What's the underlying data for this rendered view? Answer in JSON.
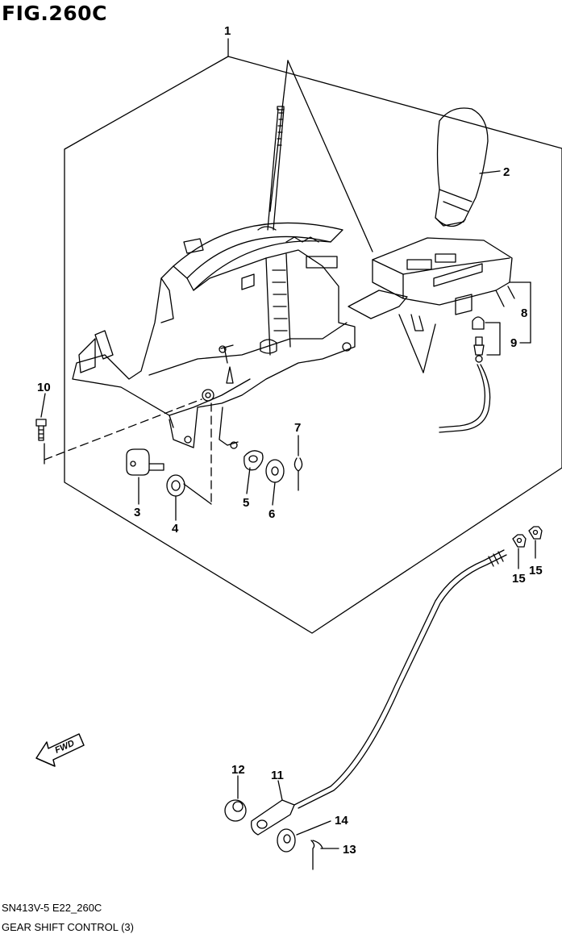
{
  "figure": {
    "title": "FIG.260C",
    "code": "SN413V-5 E22_260C",
    "caption": "GEAR SHIFT CONTROL (3)"
  },
  "direction_badge": "FWD",
  "callouts": [
    {
      "id": "c1",
      "label": "1"
    },
    {
      "id": "c2",
      "label": "2"
    },
    {
      "id": "c3",
      "label": "3"
    },
    {
      "id": "c4",
      "label": "4"
    },
    {
      "id": "c5",
      "label": "5"
    },
    {
      "id": "c6",
      "label": "6"
    },
    {
      "id": "c7",
      "label": "7"
    },
    {
      "id": "c8",
      "label": "8"
    },
    {
      "id": "c9",
      "label": "9"
    },
    {
      "id": "c10",
      "label": "10"
    },
    {
      "id": "c11",
      "label": "11"
    },
    {
      "id": "c12",
      "label": "12"
    },
    {
      "id": "c13",
      "label": "13"
    },
    {
      "id": "c14",
      "label": "14"
    },
    {
      "id": "c15a",
      "label": "15"
    },
    {
      "id": "c15b",
      "label": "15"
    }
  ]
}
